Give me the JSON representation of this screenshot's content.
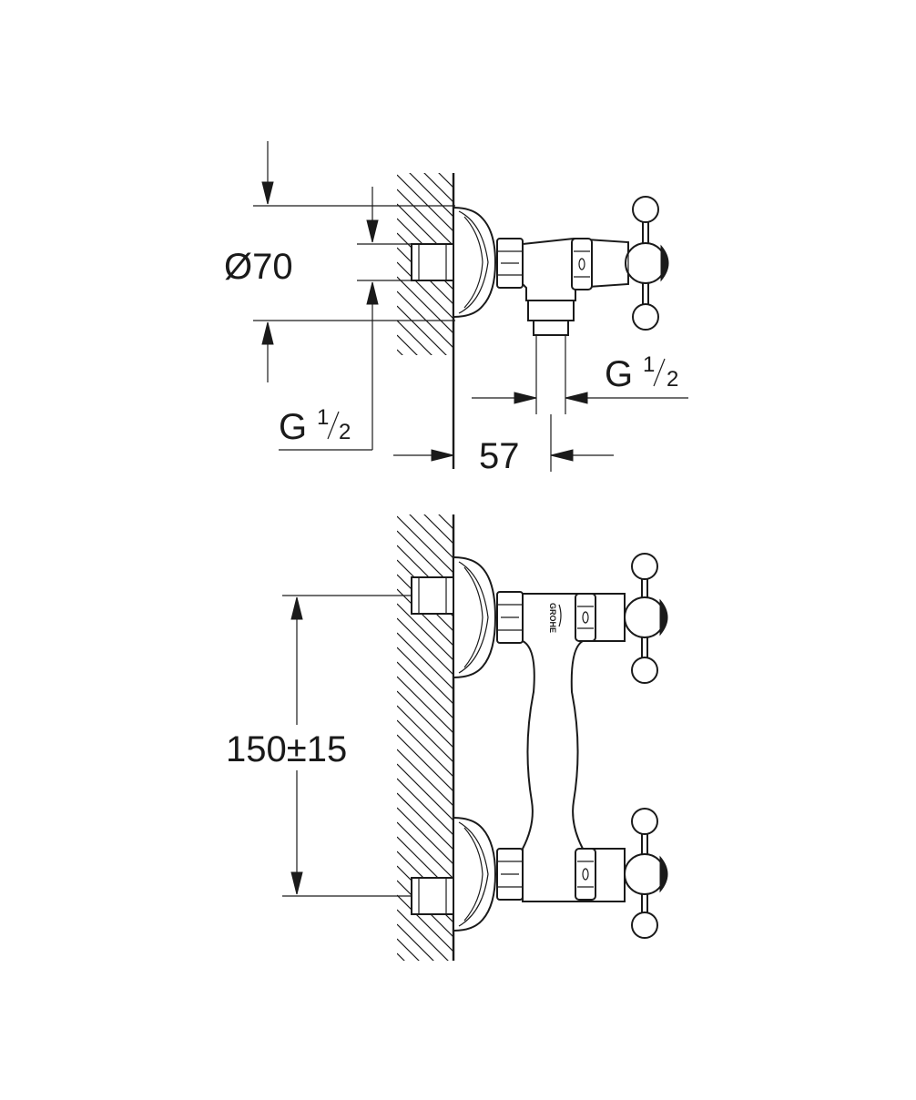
{
  "top_view": {
    "dim_diameter": "Ø70",
    "dim_inlet_G": "G",
    "dim_inlet_frac_num": "1",
    "dim_inlet_frac_den": "2",
    "dim_outlet_G": "G",
    "dim_outlet_frac_num": "1",
    "dim_outlet_frac_den": "2",
    "dim_depth": "57"
  },
  "front_view": {
    "dim_spacing": "150±15",
    "brand_logo": "GROHE"
  },
  "colors": {
    "ink": "#1a1a1a",
    "background": "#ffffff"
  }
}
